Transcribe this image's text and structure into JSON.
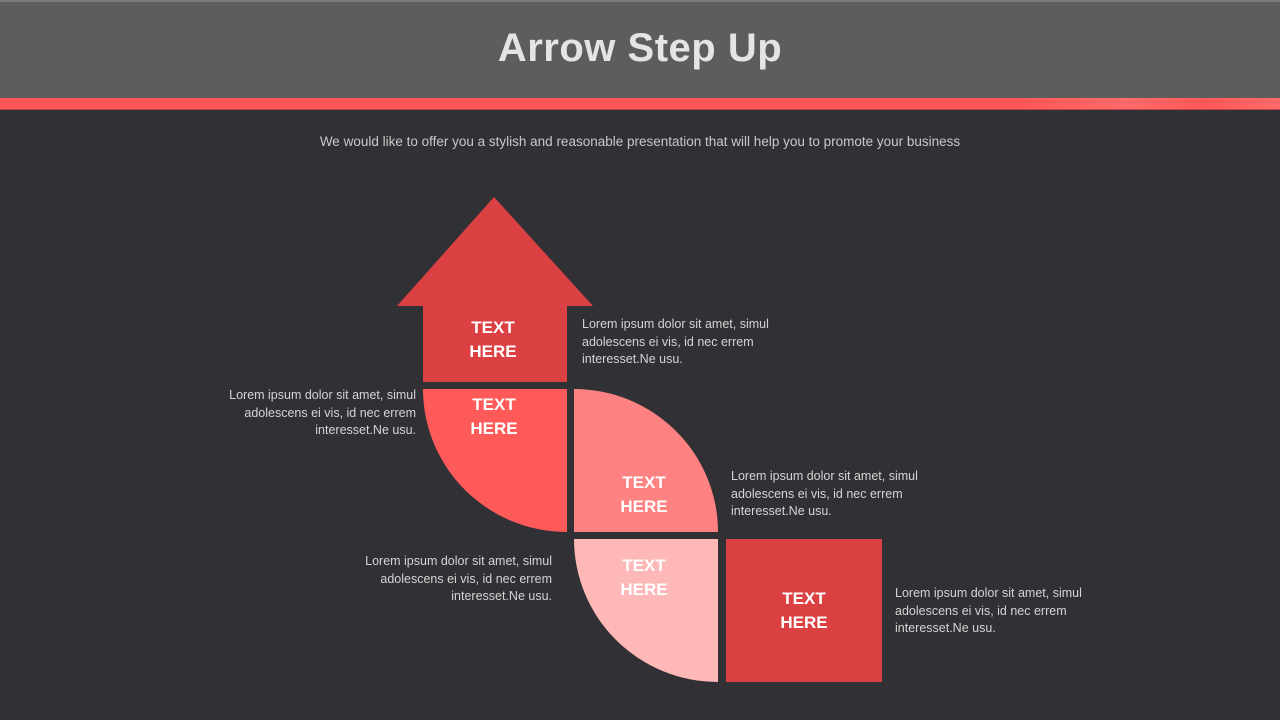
{
  "header": {
    "title": "Arrow Step Up",
    "subtitle": "We would like to offer you a stylish and reasonable presentation that will help you to promote your business"
  },
  "colors": {
    "background": "#313035",
    "header": "#5d5d5d",
    "accent": "#ff5757",
    "arrow": "#db4043",
    "quarter_1": "#ff5a5a",
    "quarter_2": "#ff8282",
    "quarter_3": "#ffb8b8",
    "square": "#db4043"
  },
  "steps": [
    {
      "label_line1": "TEXT",
      "label_line2": "HERE",
      "shape": "arrow-up",
      "description": [
        "Lorem ipsum dolor sit amet, simul",
        "adolescens ei vis, id nec errem",
        "interesset.Ne usu."
      ]
    },
    {
      "label_line1": "TEXT",
      "label_line2": "HERE",
      "shape": "quarter-circle",
      "description": [
        "Lorem ipsum dolor sit amet, simul",
        "adolescens ei vis, id nec errem",
        "interesset.Ne usu."
      ]
    },
    {
      "label_line1": "TEXT",
      "label_line2": "HERE",
      "shape": "quarter-circle",
      "description": [
        "Lorem ipsum dolor sit amet, simul",
        "adolescens ei vis, id nec errem",
        "interesset.Ne usu."
      ]
    },
    {
      "label_line1": "TEXT",
      "label_line2": "HERE",
      "shape": "quarter-circle",
      "description": [
        "Lorem ipsum dolor sit amet, simul",
        "adolescens ei vis, id nec errem",
        "interesset.Ne usu."
      ]
    },
    {
      "label_line1": "TEXT",
      "label_line2": "HERE",
      "shape": "square",
      "description": [
        "Lorem ipsum dolor sit amet, simul",
        "adolescens ei vis, id nec errem",
        "interesset.Ne usu."
      ]
    }
  ]
}
